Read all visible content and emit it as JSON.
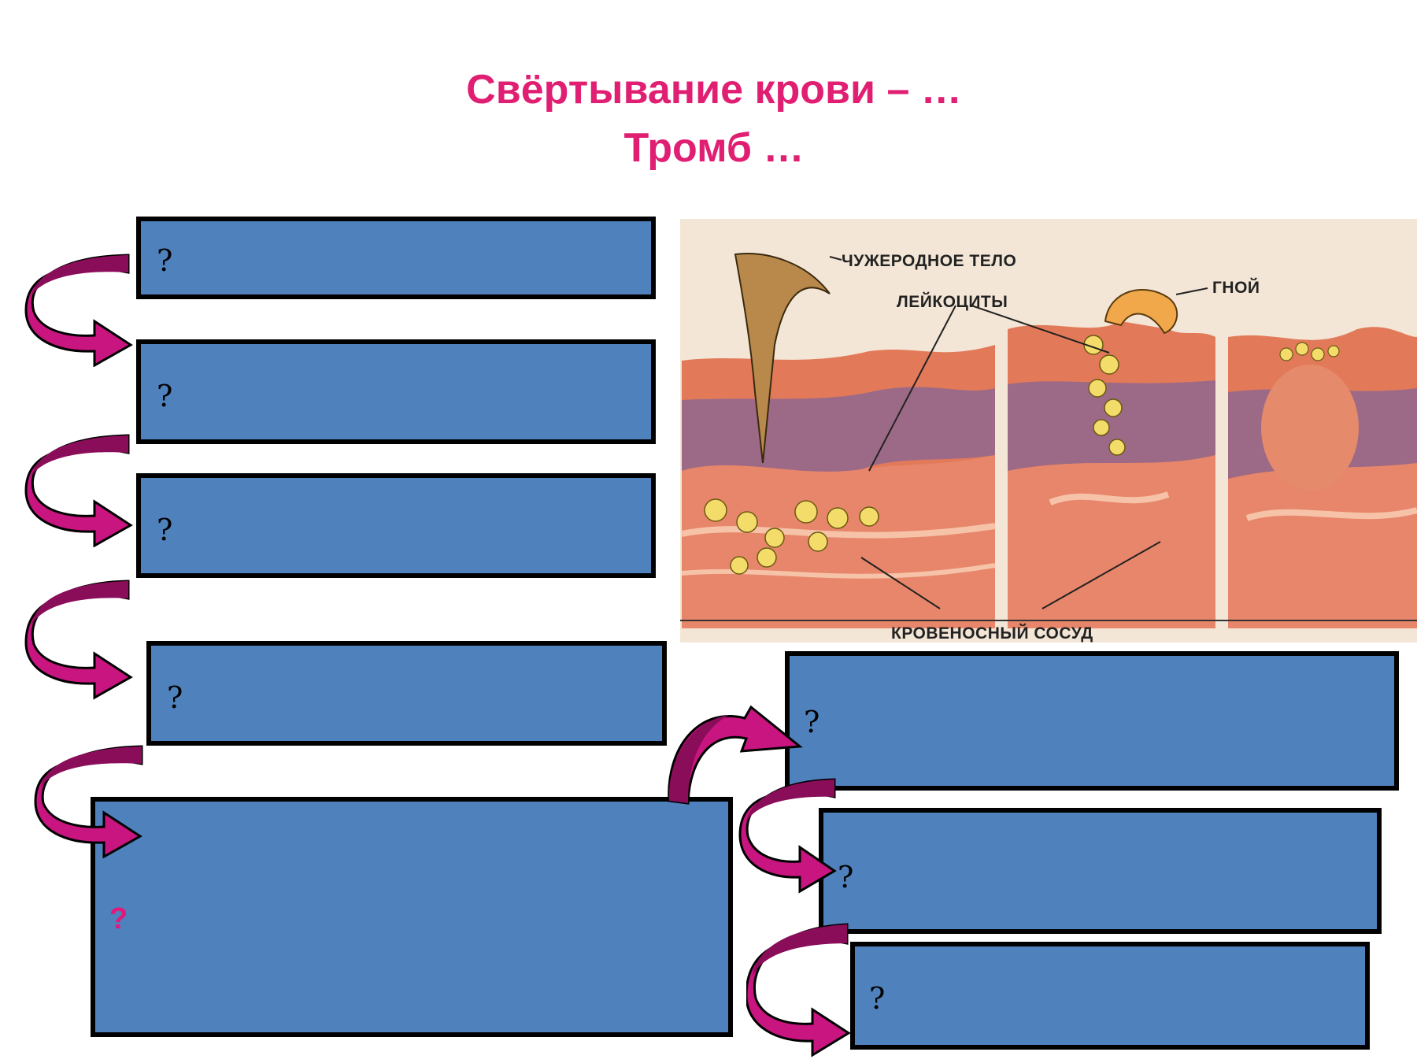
{
  "slide": {
    "title_line1": "Свёртывание крови – …",
    "title_line2": "Тромб …"
  },
  "boxes": [
    {
      "label": "?"
    },
    {
      "label": "?"
    },
    {
      "label": "?"
    },
    {
      "label": "?"
    },
    {
      "label": "?"
    },
    {
      "label": "?"
    },
    {
      "label": "?"
    },
    {
      "label": "?"
    }
  ],
  "figure": {
    "label_foreign_body": "ЧУЖЕРОДНОЕ ТЕЛО",
    "label_leukocytes": "ЛЕЙКОЦИТЫ",
    "label_pus": "ГНОЙ",
    "label_vessel": "КРОВЕНОСНЫЙ СОСУД"
  },
  "colors": {
    "title": "#e01f73",
    "box_fill": "#4f81bd",
    "arrow_fill": "#c8157f",
    "arrow_dark": "#8a0d59"
  }
}
